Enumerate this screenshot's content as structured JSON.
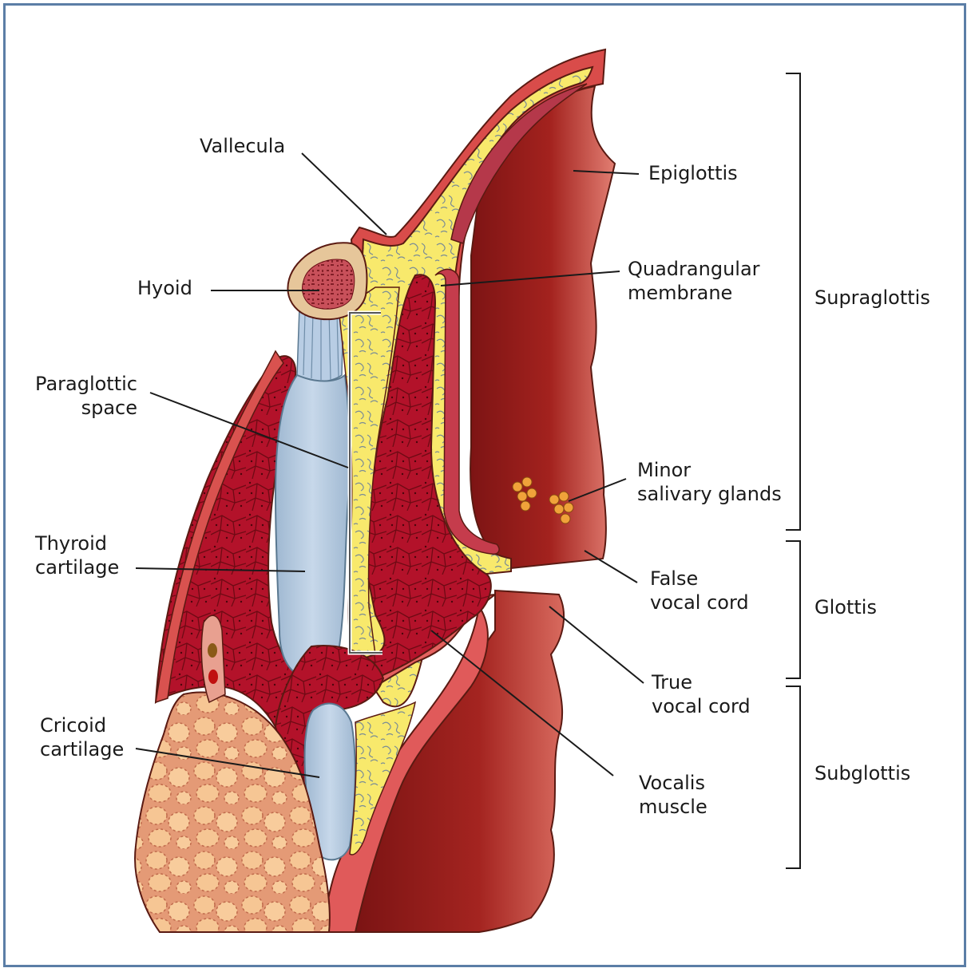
{
  "labels": {
    "vallecula": "Vallecula",
    "hyoid": "Hyoid",
    "paraglottic": [
      "Paraglottic",
      "space"
    ],
    "thyroid": [
      "Thyroid",
      "cartilage"
    ],
    "cricoid": [
      "Cricoid",
      "cartilage"
    ],
    "epiglottis": "Epiglottis",
    "quadrangular": [
      "Quadrangular",
      "membrane"
    ],
    "salivary": [
      "Minor",
      "salivary glands"
    ],
    "false_cord": [
      "False",
      "vocal cord"
    ],
    "true_cord": [
      "True",
      "vocal cord"
    ],
    "vocalis": [
      "Vocalis",
      "muscle"
    ]
  },
  "regions": {
    "supraglottis": "Supraglottis",
    "glottis": "Glottis",
    "subglottis": "Subglottis"
  },
  "colors": {
    "frame": "#5b7ea6",
    "mucosa_dark": "#a11e1e",
    "mucosa_light": "#d9524f",
    "muscle": "#b31228",
    "fat": "#f7e86a",
    "cartilage_blue": "#b6cbe0",
    "cricoid": "#f3c08e",
    "hyoid_bone": "#e6c69a",
    "outline": "#5a1a12"
  }
}
